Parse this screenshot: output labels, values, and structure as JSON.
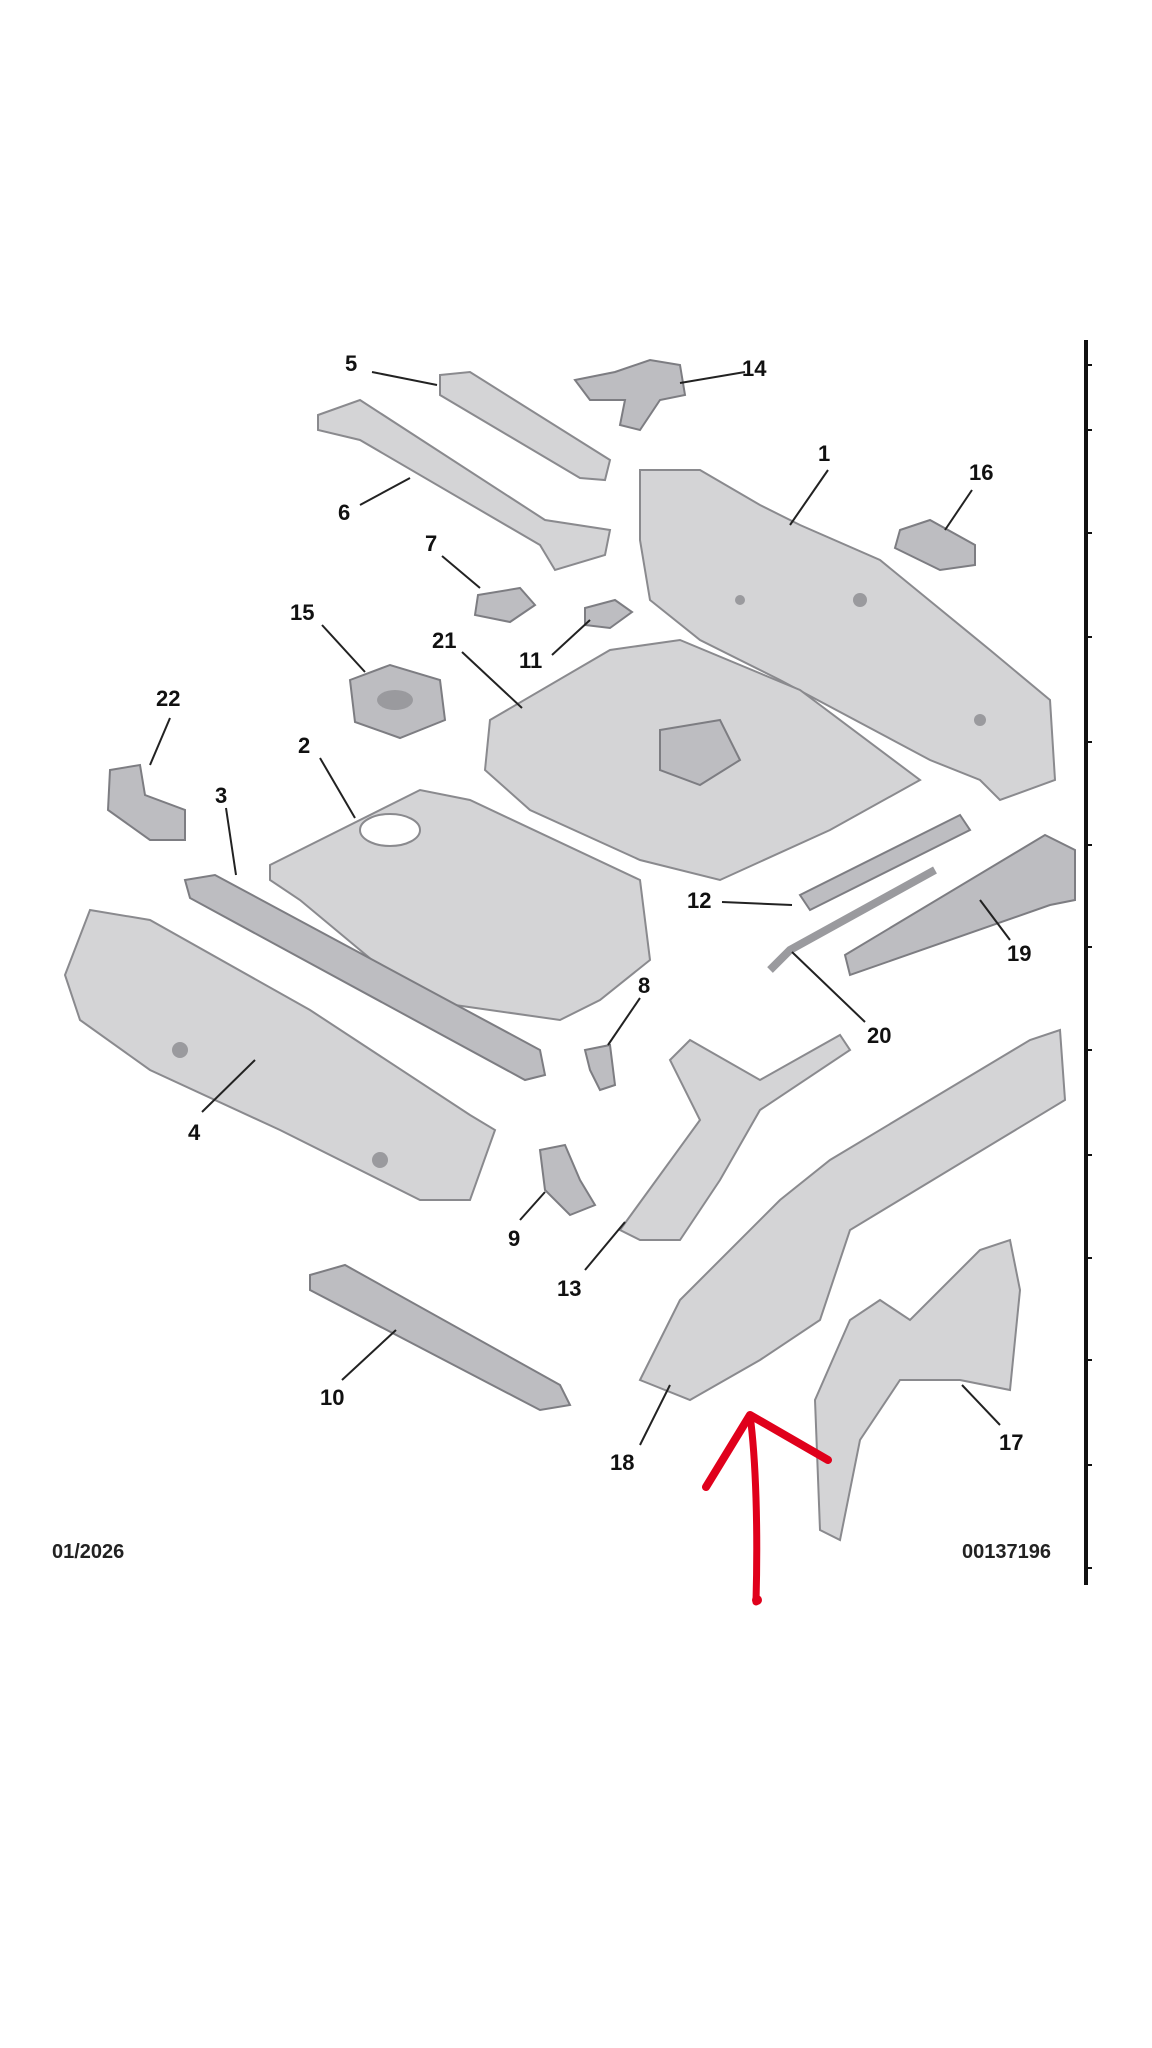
{
  "diagram": {
    "callouts": [
      "1",
      "2",
      "3",
      "4",
      "5",
      "6",
      "7",
      "8",
      "9",
      "10",
      "11",
      "12",
      "13",
      "14",
      "15",
      "16",
      "17",
      "18",
      "19",
      "20",
      "21",
      "22"
    ],
    "footer": {
      "date": "01/2026",
      "reference": "00137196"
    },
    "annotation": {
      "type": "hand-drawn arrow",
      "color": "#e0001b",
      "points_to": "18"
    },
    "colors": {
      "part": "#d4d4d6",
      "ink": "#111111",
      "arrow": "#e0001b"
    }
  }
}
